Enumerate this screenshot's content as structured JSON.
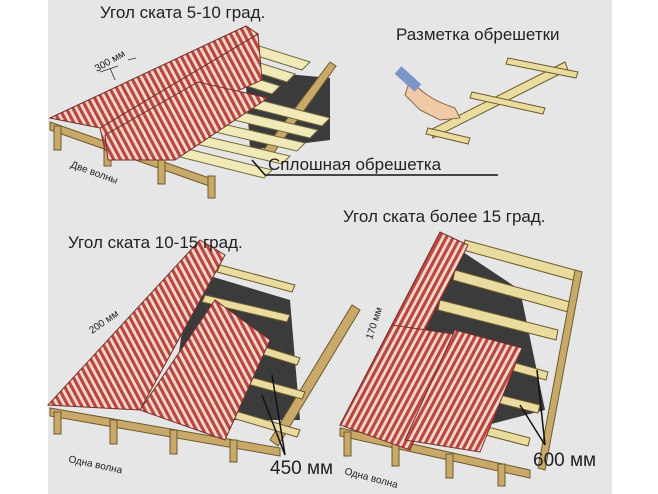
{
  "panels": {
    "slope_5_10": {
      "title": "Угол ската 5-10 град.",
      "overlap": "300 мм",
      "side_overlap": "Две волны",
      "batten_label": "Сплошная обрешетка"
    },
    "marking": {
      "title": "Разметка обрешетки"
    },
    "slope_10_15": {
      "title": "Угол ската 10-15 град.",
      "overlap": "200 мм",
      "side_overlap": "Одна волна",
      "spacing": "450 мм"
    },
    "slope_15_plus": {
      "title": "Угол ската более 15 град.",
      "overlap": "170 мм",
      "side_overlap": "Одна волна",
      "spacing": "600 мм"
    }
  },
  "colors": {
    "background": "#e6e6e6",
    "sheet_red": "#b9473f",
    "sheet_light": "#f3d8cf",
    "wood": "#e9dc9e",
    "underlay": "#3b3b3b"
  }
}
